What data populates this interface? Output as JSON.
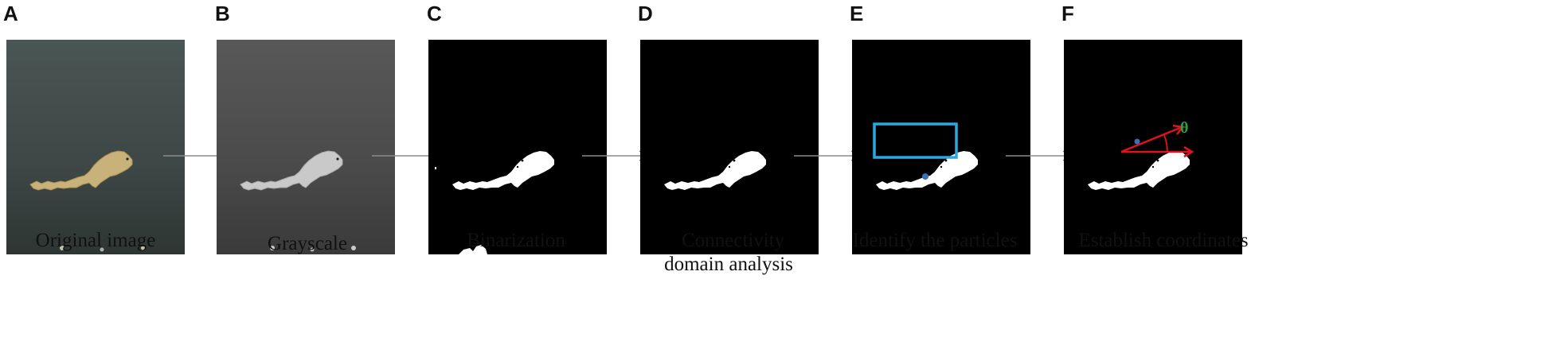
{
  "panels": [
    {
      "letter": "A",
      "caption": "Original image"
    },
    {
      "letter": "B",
      "caption": "Grayscale"
    },
    {
      "letter": "C",
      "caption": "Binarization"
    },
    {
      "letter": "D",
      "caption_line1": "Connectivity",
      "caption_line2": "domain analysis"
    },
    {
      "letter": "E",
      "caption": "Identify the particles"
    },
    {
      "letter": "F",
      "caption": "Establish coordinates",
      "angle_symbol": "θ"
    }
  ],
  "colors": {
    "arrow": "#8a8a8a",
    "bounding_box": "#29a9e0",
    "centroid": "#3a6fb5",
    "axis_arrows": "#e0131b",
    "theta": "#2e9e44"
  }
}
